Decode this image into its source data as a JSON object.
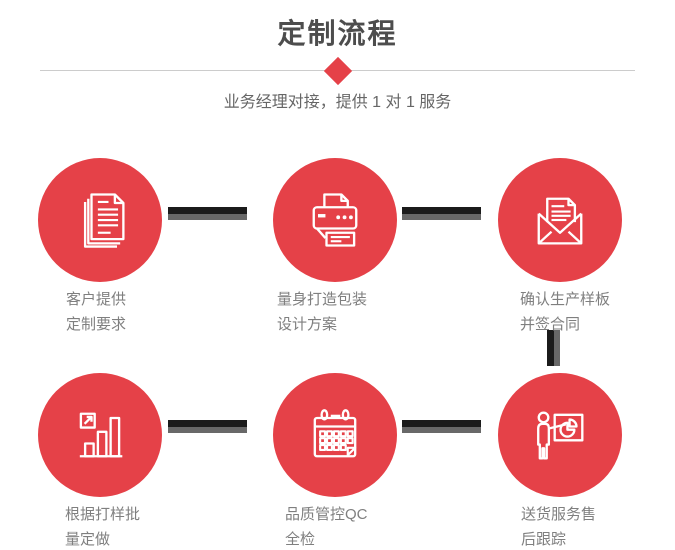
{
  "header": {
    "title": "定制流程",
    "subtitle": "业务经理对接，提供 1 对 1 服务"
  },
  "colors": {
    "accent_red": "#e54148",
    "title_gray": "#4d4d4d",
    "subtitle_gray": "#666666",
    "label_gray": "#7f7f7f",
    "divider_gray": "#cccccc",
    "connector_black": "#1b1b1b",
    "connector_gray": "#686868",
    "icon_white": "#ffffff"
  },
  "steps": [
    {
      "icon": "documents-icon",
      "label_line1": "客户提供",
      "label_line2": "定制要求"
    },
    {
      "icon": "printer-icon",
      "label_line1": "量身打造包装",
      "label_line2": "设计方案"
    },
    {
      "icon": "envelope-letter-icon",
      "label_line1": "确认生产样板",
      "label_line2": "并签合同"
    },
    {
      "icon": "bar-chart-icon",
      "label_line1": "根据打样批",
      "label_line2": "量定做"
    },
    {
      "icon": "calendar-icon",
      "label_line1": "品质管控QC",
      "label_line2": "全检"
    },
    {
      "icon": "presenter-icon",
      "label_line1": "送货服务售",
      "label_line2": "后跟踪"
    }
  ]
}
